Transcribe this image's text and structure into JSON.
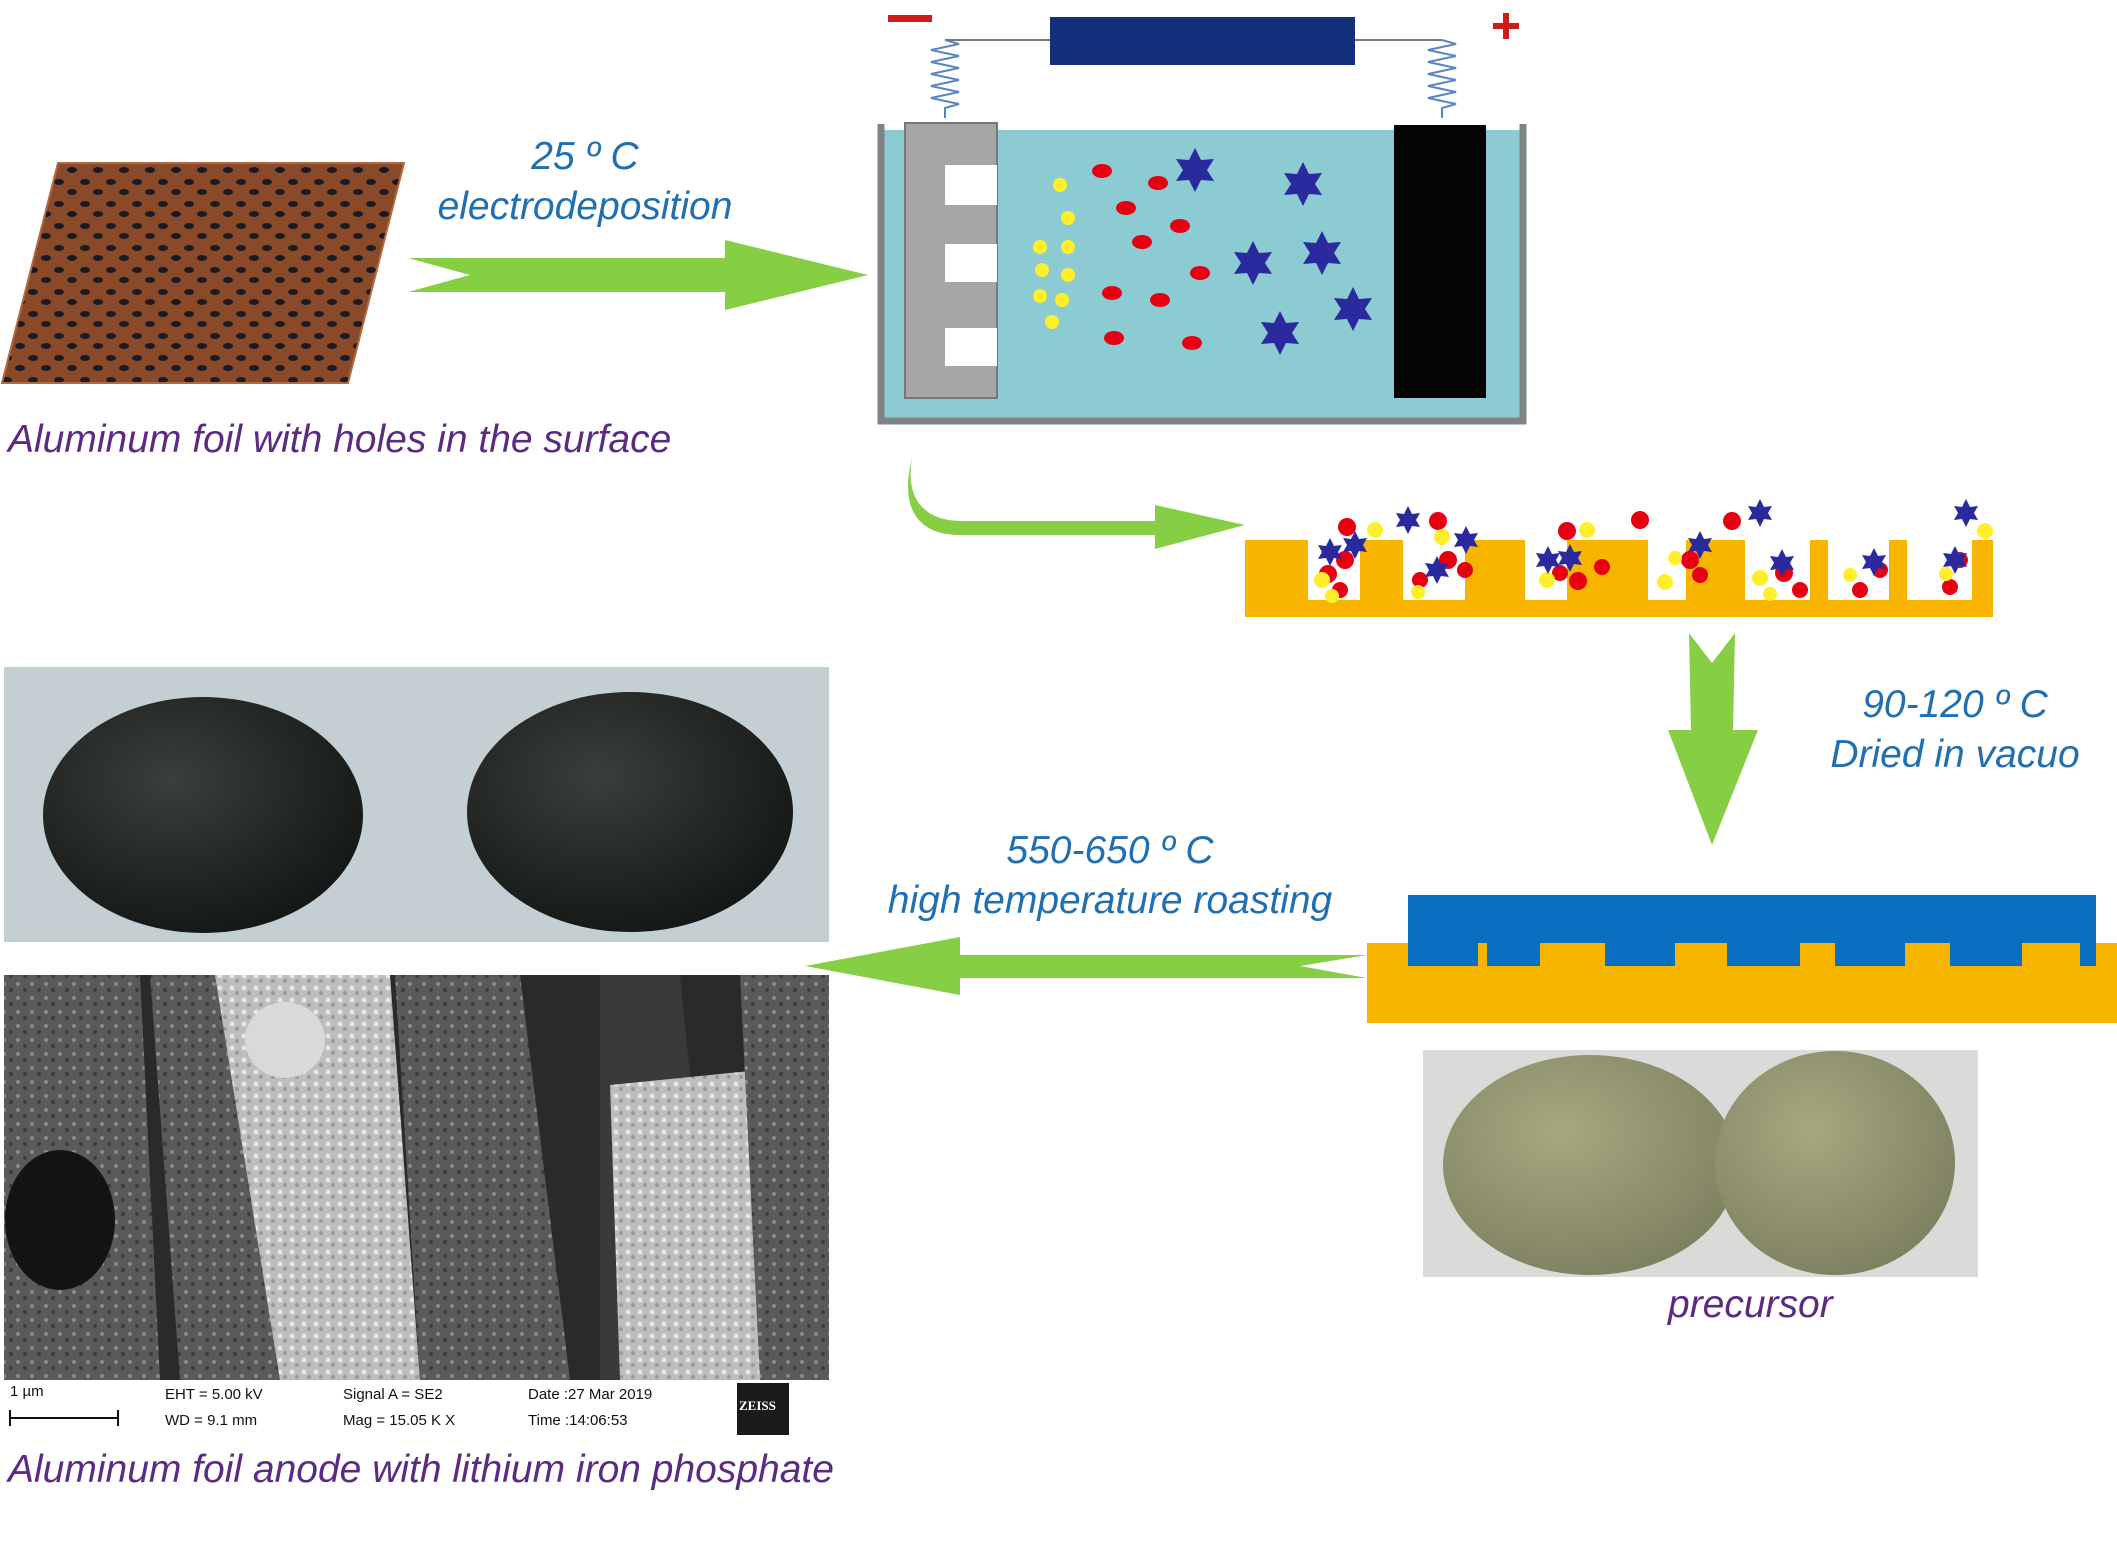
{
  "polarity": {
    "negative": "−",
    "positive": "+"
  },
  "step1": {
    "line1": "25 º C",
    "line2": "electrodeposition"
  },
  "step2": {
    "line1": "90-120 º C",
    "line2": "Dried in vacuo"
  },
  "step3": {
    "line1": "550-650 º C",
    "line2": "high temperature roasting"
  },
  "captions": {
    "foil": "Aluminum foil with holes in the surface",
    "precursor": "precursor",
    "anode": "Aluminum foil anode with lithium iron phosphate"
  },
  "sem": {
    "scale": "1 µm",
    "eht": "EHT =  5.00 kV",
    "wd": "WD =  9.1 mm",
    "signal": "Signal A = SE2",
    "mag": "Mag =   15.05 K X",
    "date": "Date :27 Mar 2019",
    "time": "Time :14:06:53",
    "brand": "ZEISS"
  },
  "colors": {
    "label_blue": "#1f6fb2",
    "caption_purple": "#5b2a83",
    "arrow_green": "#86cf45",
    "electrolyte": "#8ccbd2",
    "gold": "#f7b500",
    "fill_blue": "#0b6fc1",
    "star_blue": "#2a2a9e",
    "ion_red": "#e60012",
    "ion_yellow": "#ffef2a"
  }
}
